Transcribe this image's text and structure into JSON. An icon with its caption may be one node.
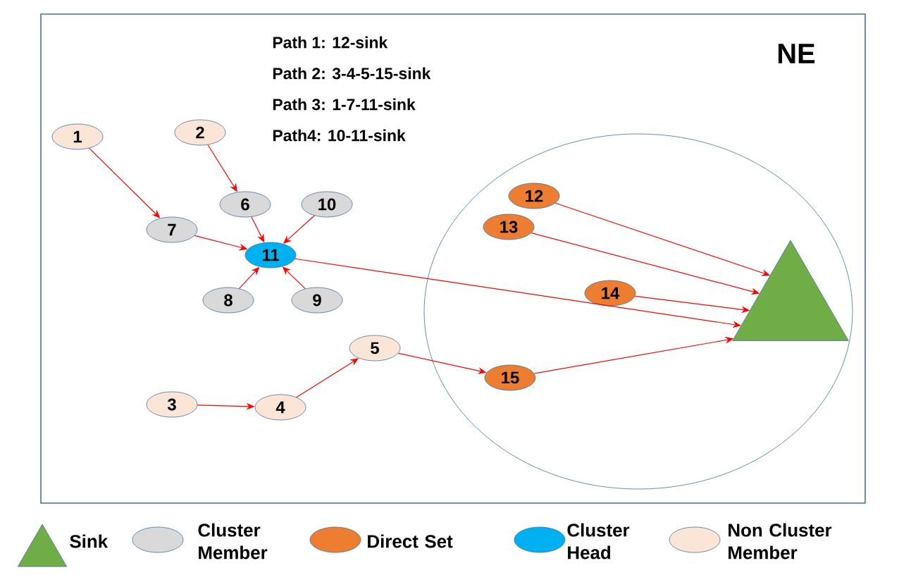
{
  "diagram": {
    "nodes": [
      {
        "text": [
          "NE"
        ]
      },
      {
        "text": [],
        "shape": "circle",
        "in": 0
      },
      {
        "text": [
          "1"
        ],
        "in": 0
      },
      {
        "text": [
          "2"
        ],
        "in": 0
      },
      {
        "text": [
          "3"
        ],
        "in": 0
      },
      {
        "text": [
          "4"
        ],
        "in": 0
      },
      {
        "text": [
          "5"
        ],
        "in": 0
      },
      {
        "text": [
          "6"
        ],
        "in": 0
      },
      {
        "text": [
          "7"
        ],
        "in": 0
      },
      {
        "text": [
          "8"
        ],
        "in": 0
      },
      {
        "text": [
          "9"
        ],
        "in": 0
      },
      {
        "text": [
          "10"
        ],
        "in": 0
      },
      {
        "text": [
          "11"
        ],
        "in": 0
      },
      {
        "text": [
          "12"
        ],
        "in": 1
      },
      {
        "text": [
          "13"
        ],
        "in": 1
      },
      {
        "text": [
          "14"
        ],
        "in": 1
      },
      {
        "text": [
          "15"
        ],
        "in": 1
      },
      {
        "text": [],
        "shape": "triangle",
        "in": 1
      }
    ],
    "edges": [
      {
        "from": 2,
        "to": 8,
        "arrow": "to"
      },
      {
        "from": 3,
        "to": 7,
        "arrow": "to"
      },
      {
        "from": 7,
        "to": 12,
        "arrow": "to"
      },
      {
        "from": 11,
        "to": 12,
        "arrow": "to"
      },
      {
        "from": 8,
        "to": 12,
        "arrow": "to"
      },
      {
        "from": 9,
        "to": 12,
        "arrow": "to"
      },
      {
        "from": 10,
        "to": 12,
        "arrow": "to"
      },
      {
        "from": 12,
        "to": 17,
        "arrow": "to"
      },
      {
        "from": 4,
        "to": 5,
        "arrow": "to"
      },
      {
        "from": 5,
        "to": 6,
        "arrow": "to"
      },
      {
        "from": 6,
        "to": 16,
        "arrow": "to"
      },
      {
        "from": 16,
        "to": 17,
        "arrow": "to"
      },
      {
        "from": 13,
        "to": 17,
        "arrow": "to"
      },
      {
        "from": 14,
        "to": 17,
        "arrow": "to"
      },
      {
        "from": 15,
        "to": 17,
        "arrow": "to"
      }
    ],
    "labels": [
      "Path 1: 12-sink",
      "Path 2: 3-4-5-15-sink",
      "Path 3: 1-7-11-sink",
      "Path4: 10-11-sink"
    ],
    "legend": [
      {
        "text": "Sink",
        "color": "#70ad47"
      },
      {
        "text": "Cluster Member",
        "color": "#d9d9d9"
      },
      {
        "text": "Direct Set",
        "color": "#ed7d31"
      },
      {
        "text": "Cluster Head",
        "color": "#00b0f0"
      },
      {
        "text": "Non Cluster Member",
        "color": "#fbe5d6"
      }
    ]
  }
}
